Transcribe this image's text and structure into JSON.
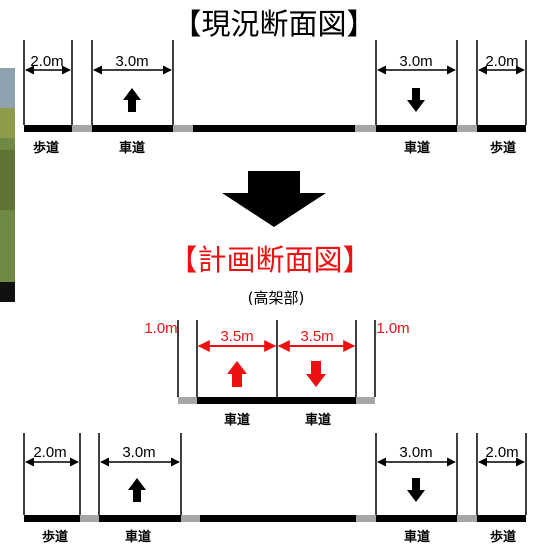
{
  "colors": {
    "black": "#000000",
    "gray": "#a6a6a6",
    "red": "#ee1111",
    "photo_green": "#6a8040"
  },
  "titles": {
    "current": "【現況断面図】",
    "plan": "【計画断面図】",
    "elevated_note": "(高架部)"
  },
  "current_section": {
    "widths": [
      "2.0m",
      "3.0m",
      "3.0m",
      "2.0m"
    ],
    "labels": [
      "歩道",
      "車道",
      "車道",
      "歩道"
    ],
    "arrows": [
      "up",
      "down"
    ]
  },
  "elevated_section": {
    "widths": [
      "1.0m",
      "3.5m",
      "3.5m",
      "1.0m"
    ],
    "labels": [
      "車道",
      "車道"
    ],
    "arrows": [
      "up",
      "down"
    ]
  },
  "planned_ground_section": {
    "widths": [
      "2.0m",
      "3.0m",
      "3.0m",
      "2.0m"
    ],
    "labels": [
      "歩道",
      "車道",
      "車道",
      "歩道"
    ],
    "arrows": [
      "up",
      "down"
    ]
  }
}
